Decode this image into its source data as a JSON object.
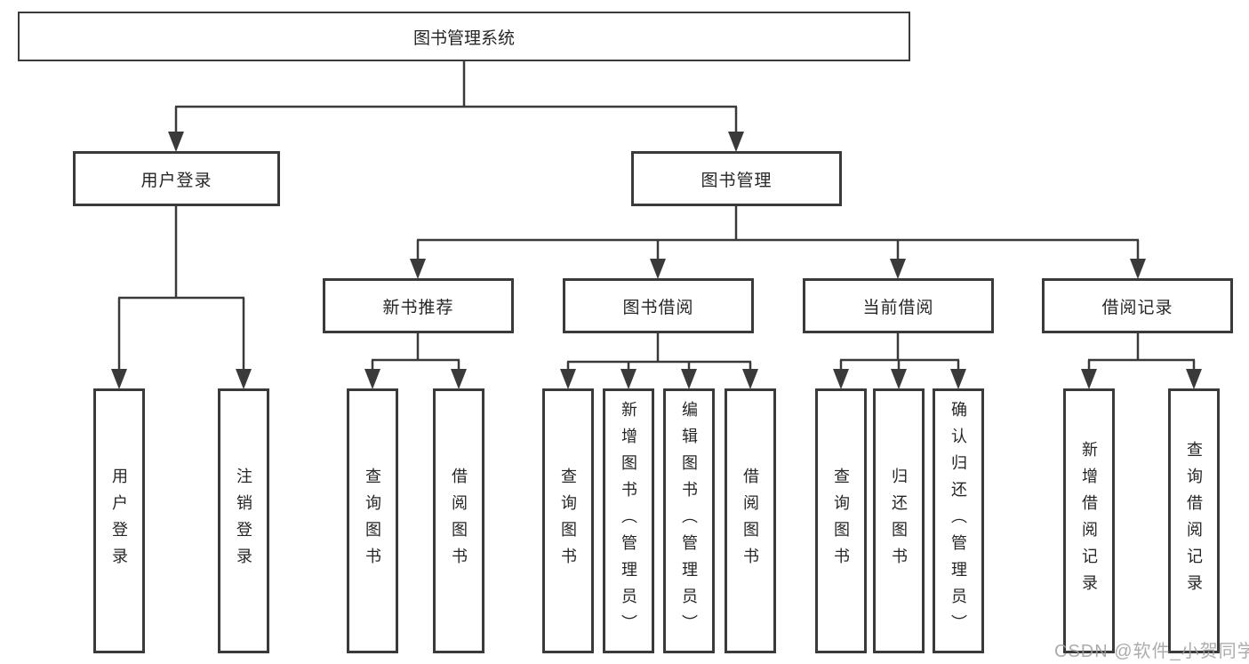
{
  "diagram": {
    "root": {
      "label": "图书管理系统",
      "children": [
        {
          "label": "用户登录",
          "children": [
            {
              "label": "用户登录"
            },
            {
              "label": "注销登录"
            }
          ]
        },
        {
          "label": "图书管理",
          "children": [
            {
              "label": "新书推荐",
              "children": [
                {
                  "label": "查询图书"
                },
                {
                  "label": "借阅图书"
                }
              ]
            },
            {
              "label": "图书借阅",
              "children": [
                {
                  "label": "查询图书"
                },
                {
                  "label": "新增图书（管理员）"
                },
                {
                  "label": "编辑图书（管理员）"
                },
                {
                  "label": "借阅图书"
                }
              ]
            },
            {
              "label": "当前借阅",
              "children": [
                {
                  "label": "查询图书"
                },
                {
                  "label": "归还图书"
                },
                {
                  "label": "确认归还（管理员）"
                }
              ]
            },
            {
              "label": "借阅记录",
              "children": [
                {
                  "label": "新增借阅记录"
                },
                {
                  "label": "查询借阅记录"
                }
              ]
            }
          ]
        }
      ]
    },
    "line_color": "#3a3a3a",
    "box_background": "#ffffff",
    "text_color": "#262626"
  },
  "watermark": "CSDN @软件_小贺同学"
}
